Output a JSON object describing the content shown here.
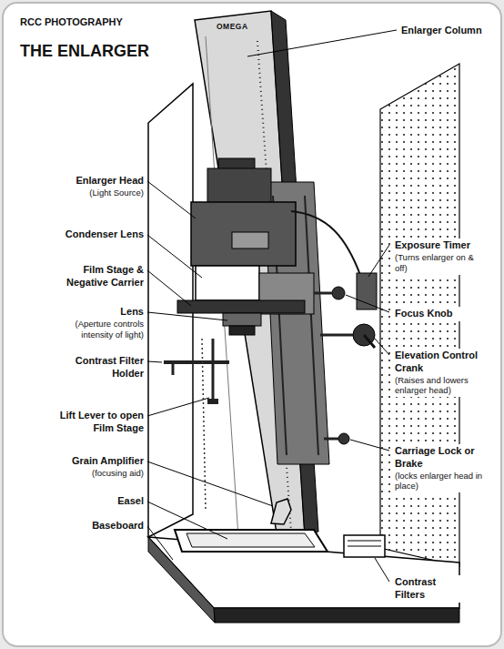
{
  "diagram": {
    "title": "THE ENLARGER",
    "labels": [
      "RCC PHOTOGRAPHY",
      "Enlarger Column",
      "Enlarger Head",
      "(Light Source)",
      "Condenser Lens",
      "Film Stage & Negative Carrier",
      "Lens",
      "(Aperture controls intensity of light)",
      "Contrast Filter Holder",
      "Lift Lever to open Film Stage",
      "Grain Amplifier",
      "(focusing aid)",
      "Easel",
      "Baseboard",
      "Exposure Timer",
      "(Turns enlarger on & off)",
      "Focus Knob",
      "Elevation Control Crank",
      "(Raises and lowers enlarger head)",
      "Carriage Lock or Brake",
      "(locks enlarger head in place)",
      "Contrast Filters",
      "OMEGA"
    ]
  }
}
